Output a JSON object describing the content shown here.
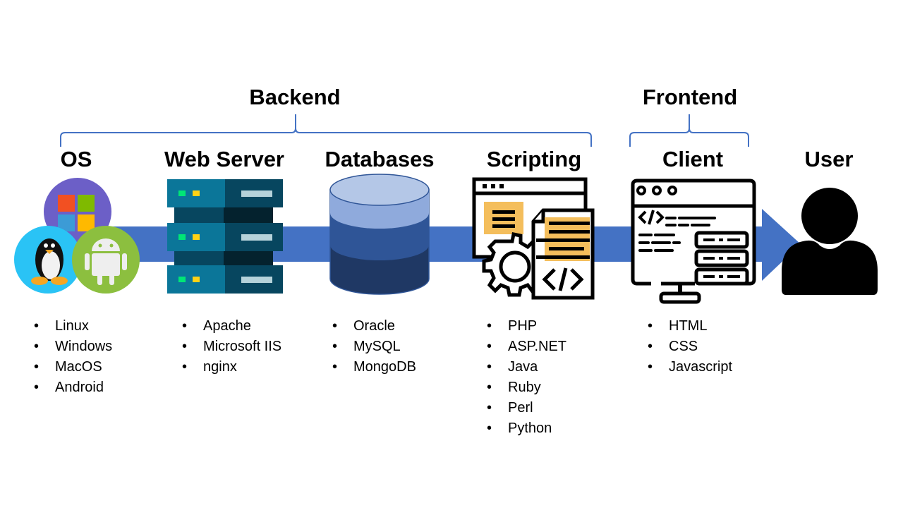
{
  "groups": {
    "backend": "Backend",
    "frontend": "Frontend"
  },
  "columns": [
    {
      "title": "OS",
      "icon": "os-logos-icon",
      "items": [
        "Linux",
        "Windows",
        "MacOS",
        "Android"
      ]
    },
    {
      "title": "Web Server",
      "icon": "server-rack-icon",
      "items": [
        "Apache",
        "Microsoft IIS",
        "nginx"
      ]
    },
    {
      "title": "Databases",
      "icon": "database-icon",
      "items": [
        "Oracle",
        "MySQL",
        "MongoDB"
      ]
    },
    {
      "title": "Scripting",
      "icon": "script-code-icon",
      "items": [
        "PHP",
        "ASP.NET",
        "Java",
        "Ruby",
        "Perl",
        "Python"
      ]
    },
    {
      "title": "Client",
      "icon": "web-client-icon",
      "items": [
        "HTML",
        "CSS",
        "Javascript"
      ]
    },
    {
      "title": "User",
      "icon": "user-icon",
      "items": []
    }
  ],
  "colors": {
    "arrow": "#4472C4",
    "brace": "#4472C4",
    "server_light": "#0B7699",
    "server_dark": "#07465F",
    "db_top": "#B4C7E7",
    "db_mid": "#2F5597",
    "db_bottom": "#1F3864",
    "script_accent": "#F4BE5C"
  }
}
